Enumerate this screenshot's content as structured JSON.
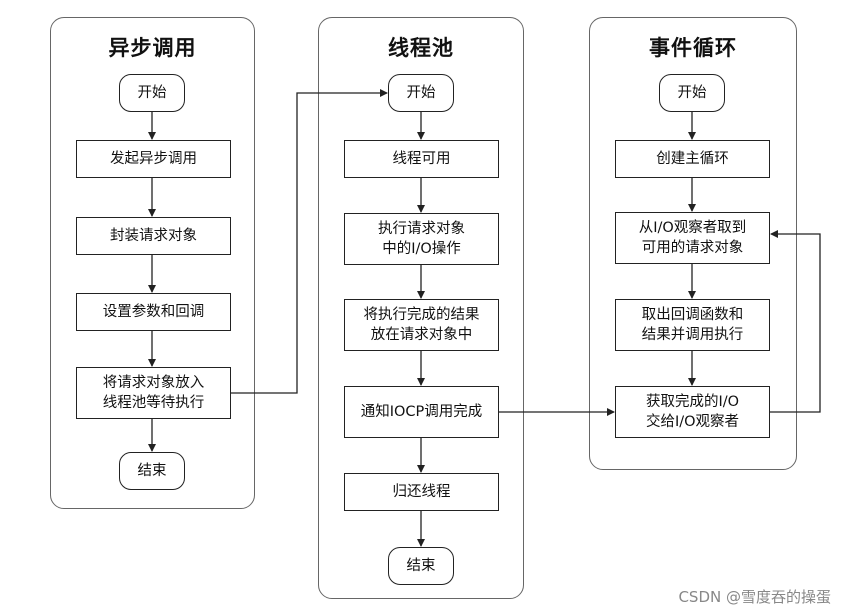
{
  "panels": [
    {
      "title": "异步调用",
      "nodes": [
        "开始",
        "发起异步调用",
        "封装请求对象",
        "设置参数和回调",
        "将请求对象放入\n线程池等待执行",
        "结束"
      ]
    },
    {
      "title": "线程池",
      "nodes": [
        "开始",
        "线程可用",
        "执行请求对象\n中的I/O操作",
        "将执行完成的结果\n放在请求对象中",
        "通知IOCP调用完成",
        "归还线程",
        "结束"
      ]
    },
    {
      "title": "事件循环",
      "nodes": [
        "开始",
        "创建主循环",
        "从I/O观察者取到\n可用的请求对象",
        "取出回调函数和\n结果并调用执行",
        "获取完成的I/O\n交给I/O观察者"
      ]
    }
  ],
  "watermark": "CSDN @雪度吞的操蛋"
}
